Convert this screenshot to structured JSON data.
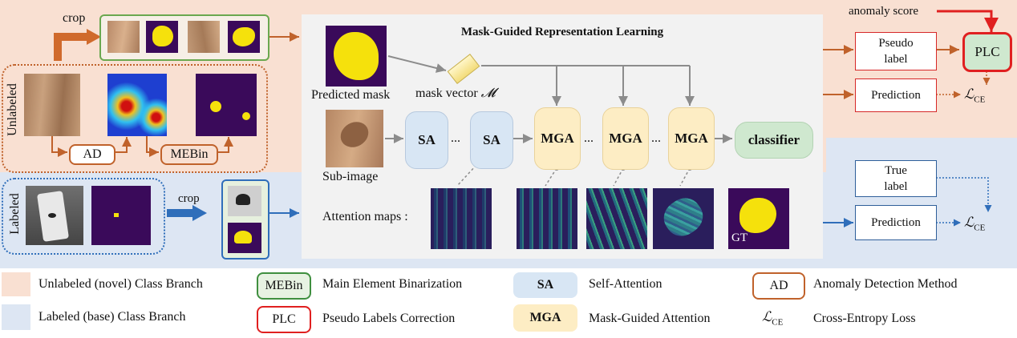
{
  "labels": {
    "crop_top": "crop",
    "crop_bottom": "crop",
    "unlabeled_vertical": "Unlabeled",
    "labeled_vertical": "Labeled",
    "ad_box": "AD",
    "mebin_box": "MEBin",
    "predicted_mask": "Predicted mask",
    "mask_vector": "mask vector",
    "mask_vector_symbol": "𝓜",
    "sub_image": "Sub-image",
    "attention_maps": "Attention maps :",
    "gt": "GT",
    "panel_title": "Mask-Guided Representation Learning",
    "sa": "SA",
    "mga": "MGA",
    "dots": "...",
    "classifier": "classifier",
    "anomaly_score": "anomaly score",
    "pseudo_label_1": "Pseudo",
    "pseudo_label_2": "label",
    "plc": "PLC",
    "prediction": "Prediction",
    "true_label_1": "True",
    "true_label_2": "label",
    "loss": "ℒ",
    "loss_sub": "CE"
  },
  "legend": {
    "unlabeled_branch": "Unlabeled (novel) Class Branch",
    "labeled_branch": "Labeled (base) Class Branch",
    "mebin_swatch": "MEBin",
    "mebin_text": "Main Element Binarization",
    "plc_swatch": "PLC",
    "plc_text": "Pseudo Labels Correction",
    "sa_swatch": "SA",
    "sa_text": "Self-Attention",
    "mga_swatch": "MGA",
    "mga_text": "Mask-Guided Attention",
    "ad_swatch": "AD",
    "ad_text": "Anomaly Detection Method",
    "ce_symbol": "ℒ",
    "ce_sub": "CE",
    "ce_text": "Cross-Entropy Loss"
  },
  "colors": {
    "unlabeled_bg": "#f9e0d2",
    "labeled_bg": "#dde6f3",
    "orange": "#c0622b",
    "blue": "#2f6eba",
    "red": "#e02020",
    "sa": "#d8e6f4",
    "mga": "#fdedc4",
    "classifier": "#cfe8cf"
  }
}
